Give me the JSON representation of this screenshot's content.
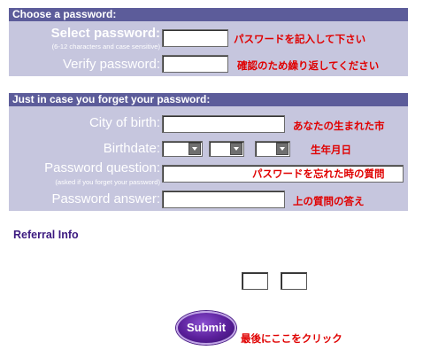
{
  "password_section": {
    "header": "Choose a password:",
    "select_label": "Select password:",
    "select_sub": "(6-12 characters and case sensitive)",
    "select_hint": "パスワードを記入して下さい",
    "verify_label": "Verify password:",
    "verify_hint": "確認のため繰り返してください"
  },
  "recovery_section": {
    "header": "Just in case you forget your password:",
    "city_label": "City of birth:",
    "city_hint": "あなたの生まれた市",
    "birthdate_label": "Birthdate:",
    "birthdate_hint": "生年月日",
    "question_label": "Password question:",
    "question_sub": "(asked if you forget your password)",
    "question_hint": "パスワードを忘れた時の質問",
    "answer_label": "Password answer:",
    "answer_hint": "上の質問の答え"
  },
  "referral": {
    "title": "Referral Info"
  },
  "submit": {
    "label": "Submit",
    "hint": "最後にここをクリック"
  },
  "colors": {
    "panel_bg": "#c6c6de",
    "header_bg": "#5c5c9a",
    "hint_red": "#e00000",
    "referral_purple": "#3c1a80",
    "submit_purple": "#5a1f9a"
  }
}
